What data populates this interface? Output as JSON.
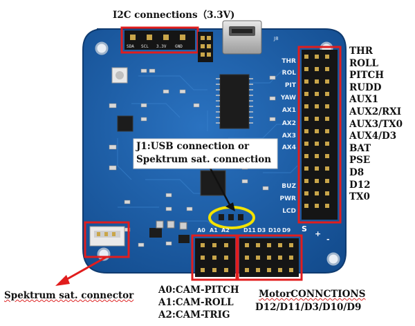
{
  "title_i2c": "I2C connections（3.3V)",
  "i2c_pins": [
    "SDA",
    "SCL",
    "3.3V",
    "GND"
  ],
  "board_marks": {
    "connector_j8": "J8",
    "header_labels": [
      "THR",
      "ROL",
      "PIT",
      "YAW",
      "AX1",
      "AX2",
      "AX3",
      "AX4",
      "BUZ",
      "PWR",
      "LCD"
    ],
    "bottom_labels": [
      "A0",
      "A1",
      "A2",
      "D11",
      "D3",
      "D10",
      "D9"
    ],
    "side_marks": [
      "S",
      "+",
      "-"
    ]
  },
  "pin_labels": [
    "THR",
    "ROLL",
    "PITCH",
    "RUDD",
    "AUX1",
    "AUX2/RXI",
    "AUX3/TX0",
    "AUX4/D3",
    "BAT",
    "PSE",
    "D8",
    "D12",
    "TX0"
  ],
  "usb_callout": [
    "J1:USB connection or",
    "Spektrum sat. connection"
  ],
  "spektrum_label": "Spektrum sat. connector",
  "analog_labels": [
    "A0:CAM-PITCH",
    "A1:CAM-ROLL",
    "A2:CAM-TRIG"
  ],
  "motor_labels": [
    "MotorCONNCTIONS",
    "D12/D11/D3/D10/D9"
  ],
  "colors": {
    "board": "#1b5ea8",
    "board_dark": "#124a8a",
    "highlight_box": "#e11d1d",
    "yellow_ring": "#f2e200",
    "header_black": "#151515",
    "pin_gold": "#c9a64a"
  }
}
